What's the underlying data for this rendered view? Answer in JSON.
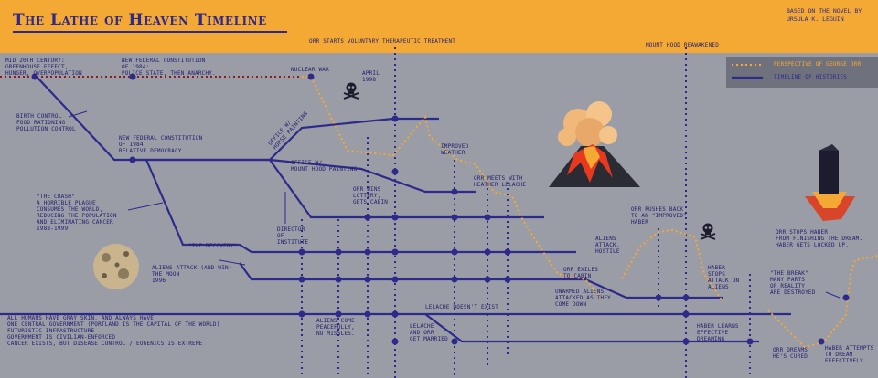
{
  "title": "The Lathe of Heaven Timeline",
  "credit": "Based on the novel by Ursula K. LeGuin",
  "legend": {
    "orr": "Perspective of George Orr",
    "histories": "Timeline of histories"
  },
  "colors": {
    "timeline": "#2e2a8c",
    "orr_path": "#f5a935",
    "background": "#9a9ca6",
    "header": "#f5a935"
  },
  "icons": [
    "skull-icon",
    "volcano-icon",
    "moon-icon",
    "tower-icon",
    "dot-icon"
  ],
  "labels": {
    "orr_therapy": "Orr starts voluntary therapeutic treatment",
    "mount_hood": "Mount Hood Reawakened",
    "mid20": "Mid 20th Century:\nGreenhouse effect,\nhunger, overpopulation",
    "federal1984a": "New Federal Constitution\nof 1984:\nPolice State, then anarchy.",
    "nuclear_war": "Nuclear War",
    "april1998": "April\n1998",
    "birth_control": "Birth Control\nFood Rationing\nPollution Control",
    "federal1984b": "New Federal Constitution\nof 1984:\nRelative Democracy",
    "office_horse": "Office w/\nhorse painting",
    "office_hood": "Office w/\nMount Hood Painting",
    "improved_weather": "Improved\nWeather",
    "orr_wins": "Orr wins\nLottery,\ngets cabin",
    "orr_meets": "Orr meets with\nHeather Lelache",
    "crash": "\"The Crash\"\nA horrible plague\nconsumes the world,\nreducing the population\nand eliminating cancer\n1988-1999",
    "director": "Director\nof\nInstitute",
    "recovery": "\"The Recovery\"",
    "orr_rushes": "Orr rushes back\nto an \"improved\"\nHaber",
    "aliens_attack": "Aliens\nattack,\nhostile",
    "aliens_win": "Aliens attack (and win)\nthe moon\n1996",
    "orr_exiles": "Orr exiles\nto cabin",
    "unarmed_aliens": "Unarmed aliens\nattacked as they\ncome down",
    "haber_stops": "Haber\nstops\nattack on\naliens",
    "orr_stops_haber": "Orr stops Haber\nfrom finishing the dream.\nHaber gets locked up.",
    "the_break": "\"The Break\"\nMany parts\nof reality\nare destroyed",
    "gray_skin": "All humans have gray skin, and always have\nOne central government (Portland is the capital of the world)\nFuturistic infrastructure\nGovernment is civilian-enforced\nCancer exists, but disease control / eugenics is extreme",
    "aliens_peace": "Aliens come\npeacefully,\nno missles.",
    "lelache_not_exist": "Lelache doesn't exist",
    "lelache_married": "Lelache\nand Orr\nget married",
    "haber_learns": "Haber learns\neffective\ndreaming",
    "orr_dreams": "Orr dreams\nhe's cured",
    "haber_attempts": "Haber attempts\nto dream\neffectively"
  }
}
